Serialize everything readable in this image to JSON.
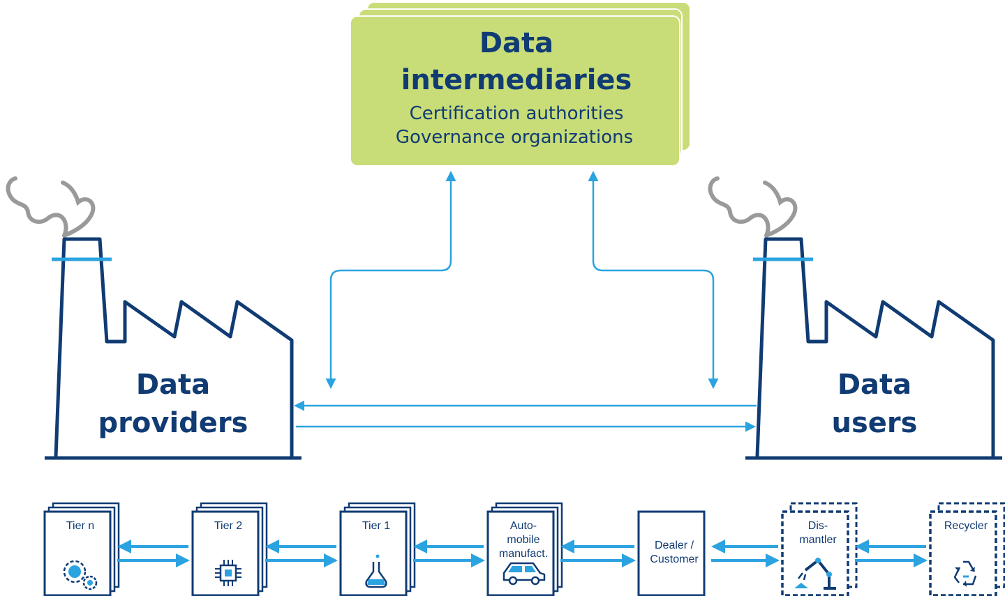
{
  "intermediaries": {
    "title_line1": "Data",
    "title_line2": "intermediaries",
    "sub_line1": "Certification authorities",
    "sub_line2": "Governance organizations"
  },
  "providers": {
    "line1": "Data",
    "line2": "providers"
  },
  "users": {
    "line1": "Data",
    "line2": "users"
  },
  "chain": [
    {
      "lines": [
        "Tier n"
      ],
      "icon": "gears-icon",
      "style": "stacked"
    },
    {
      "lines": [
        "Tier 2"
      ],
      "icon": "chip-icon",
      "style": "stacked"
    },
    {
      "lines": [
        "Tier 1"
      ],
      "icon": "flask-icon",
      "style": "stacked"
    },
    {
      "lines": [
        "Auto-",
        "mobile",
        "manufact."
      ],
      "icon": "car-icon",
      "style": "stacked"
    },
    {
      "lines": [
        "Dealer /",
        "Customer"
      ],
      "icon": "",
      "style": "single"
    },
    {
      "lines": [
        "Dis-",
        "mantler"
      ],
      "icon": "robot-arm-icon",
      "style": "dashed"
    },
    {
      "lines": [
        "Recycler"
      ],
      "icon": "recycle-icon",
      "style": "dashed"
    }
  ],
  "colors": {
    "navy": "#103b73",
    "arrow": "#2ba3e0",
    "intermediary_fill": "#c8dc78",
    "smoke": "#9a9a9a"
  }
}
